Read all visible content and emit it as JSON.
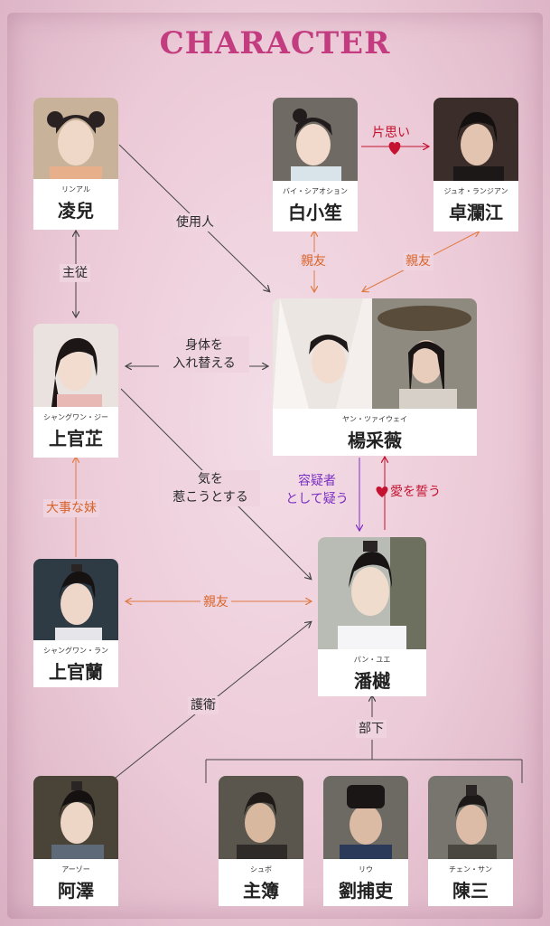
{
  "title": "CHARACTER",
  "colors": {
    "title": "#c23c7f",
    "gray_line": "#444444",
    "orange_line": "#e07a44",
    "red_line": "#c41230",
    "purple_line": "#7b2fc4",
    "background": "#efd4df"
  },
  "characters": [
    {
      "id": "linger",
      "ruby": "リンアル",
      "name": "凌兒"
    },
    {
      "id": "bai",
      "ruby": "バイ・シアオション",
      "name": "白小笙"
    },
    {
      "id": "zhuo",
      "ruby": "ジュオ・ランジアン",
      "name": "卓瀾江"
    },
    {
      "id": "yang",
      "ruby": "ヤン・ツァイウェイ",
      "name": "楊采薇"
    },
    {
      "id": "shangguan_zhi",
      "ruby": "シャングワン・ジー",
      "name": "上官芷"
    },
    {
      "id": "shangguan_lan",
      "ruby": "シャングワン・ラン",
      "name": "上官蘭"
    },
    {
      "id": "pan",
      "ruby": "パン・ユエ",
      "name": "潘樾"
    },
    {
      "id": "azhe",
      "ruby": "アーゾー",
      "name": "阿澤"
    },
    {
      "id": "shubo",
      "ruby": "シュボ",
      "name": "主簿"
    },
    {
      "id": "liu",
      "ruby": "リウ",
      "name": "劉捕吏"
    },
    {
      "id": "chen",
      "ruby": "チェン・サン",
      "name": "陳三"
    }
  ],
  "relations": {
    "servant": "使用人",
    "master_servant": "主従",
    "unrequited": "片思い",
    "bestfriend_bai": "親友",
    "bestfriend_zhuo": "親友",
    "body_swap_line1": "身体を",
    "body_swap_line2": "入れ替える",
    "attention_line1": "気を",
    "attention_line2": "惹こうとする",
    "suspect_line1": "容疑者",
    "suspect_line2": "として疑う",
    "vow_love": "愛を誓う",
    "dear_sister": "大事な妹",
    "bestfriend_lan": "親友",
    "escort": "護衛",
    "subordinates": "部下"
  }
}
